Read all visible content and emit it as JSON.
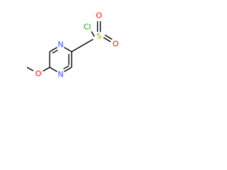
{
  "molecule": {
    "atoms": {
      "ring_n_top": "N",
      "ring_n_bottom": "N",
      "methoxy_o": "O",
      "sulfonyl_s": "S",
      "sulfonyl_o_top": "O",
      "sulfonyl_o_bottom": "O",
      "chloro": "Cl"
    },
    "colors": {
      "bond": "#000000",
      "nitrogen": "#3050f8",
      "oxygen": "#ff0d0d",
      "sulfur": "#b2a000",
      "chlorine": "#1fa01f"
    }
  }
}
